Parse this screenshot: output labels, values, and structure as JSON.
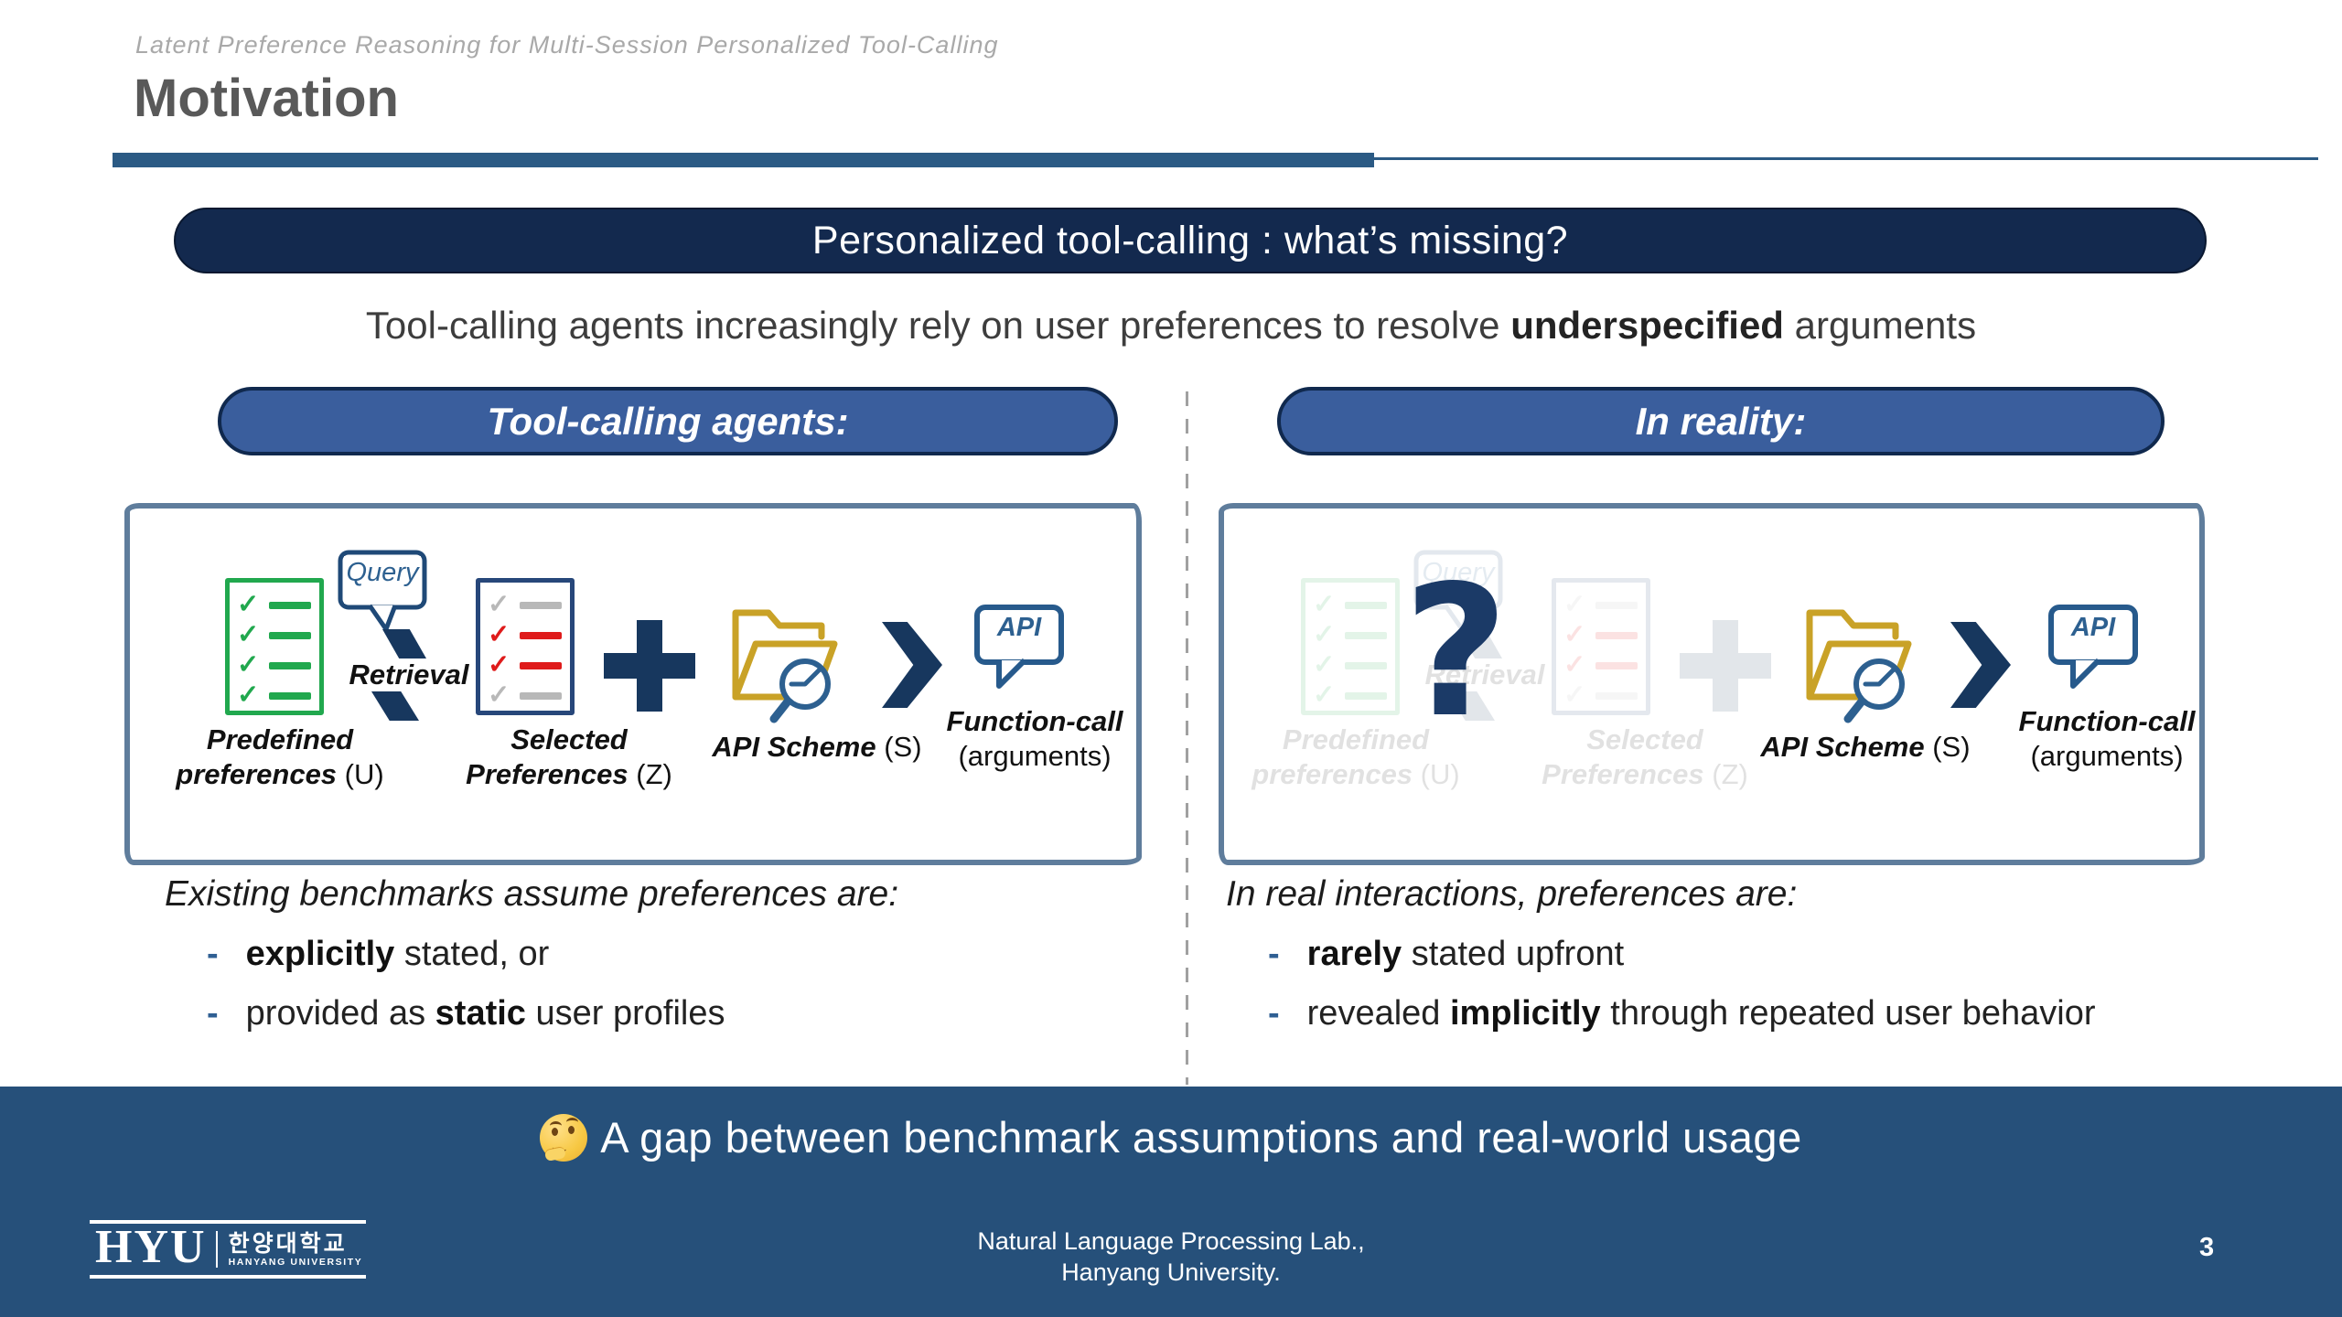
{
  "colors": {
    "navy": "#17375e",
    "steel_banner": "#26507a",
    "pill_blue": "#3a5e9d",
    "dark_pill": "#13294e",
    "green": "#21a84e",
    "red": "#df1b1b",
    "gray": "#b8b8b8",
    "gold": "#c9a227",
    "magnifier_blue": "#2d6090",
    "sketch_border": "#5f7d9c"
  },
  "header": {
    "note": "Latent Preference Reasoning for Multi-Session Personalized Tool-Calling",
    "title": "Motivation"
  },
  "question_pill": "Personalized tool-calling : what’s missing?",
  "subtitle": {
    "pre": "Tool-calling agents increasingly rely on user preferences to resolve ",
    "bold": "underspecified",
    "post": " arguments"
  },
  "icons": {
    "check": "✓"
  },
  "diagram": {
    "query": "Query",
    "retrieval": "Retrieval",
    "api": "API",
    "labels": {
      "predefined_line1": "Predefined",
      "predefined_line2_bold": "preferences",
      "predefined_line2_reg": " (U)",
      "selected_line1": "Selected",
      "selected_line2_bold": "Preferences",
      "selected_line2_reg": " (Z)",
      "api_scheme_bold": "API Scheme",
      "api_scheme_reg": " (S)",
      "function_call_bold": "Function-call",
      "function_call_reg": "(arguments)"
    },
    "question_mark": "?"
  },
  "panels": {
    "left": {
      "pill": "Tool-calling agents:",
      "heading": "Existing benchmarks assume preferences are:",
      "bullets": [
        {
          "dash": "-",
          "pre": "",
          "bold": "explicitly",
          "post": " stated, or"
        },
        {
          "dash": "-",
          "pre": "provided as ",
          "bold": "static",
          "post": " user profiles"
        }
      ]
    },
    "right": {
      "pill": "In reality:",
      "heading": "In real interactions, preferences are:",
      "bullets": [
        {
          "dash": "-",
          "pre": "",
          "bold": "rarely",
          "post": " stated upfront"
        },
        {
          "dash": "-",
          "pre": "revealed ",
          "bold": "implicitly",
          "post": " through repeated user behavior"
        }
      ]
    }
  },
  "gap_banner": {
    "emoji": "🤔",
    "text": "A gap between benchmark assumptions and real-world usage"
  },
  "footer": {
    "logo_acronym": "HYU",
    "logo_korean": "한양대학교",
    "logo_english": "HANYANG UNIVERSITY",
    "lab_line1": "Natural Language Processing Lab.,",
    "lab_line2": "Hanyang University.",
    "page_number": "3"
  }
}
